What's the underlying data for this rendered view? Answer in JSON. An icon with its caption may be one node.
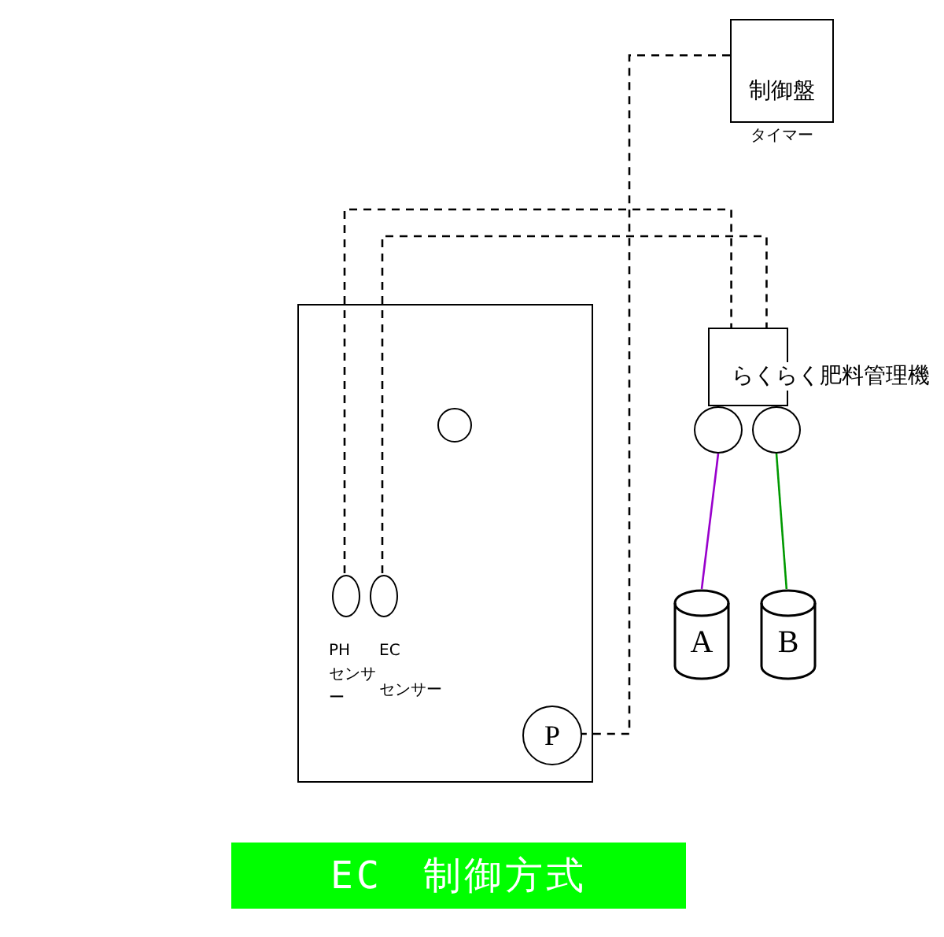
{
  "diagram": {
    "title": "EC　制御方式",
    "nodes": [
      {
        "text": [],
        "shape": "box"
      },
      {
        "text": [],
        "shape": "circle",
        "in": 0
      },
      {
        "text": [],
        "shape": "circle",
        "in": 0,
        "beside": [
          "PH センサー"
        ]
      },
      {
        "text": [],
        "shape": "circle",
        "in": 0,
        "beside": [
          "EC センサー"
        ]
      },
      {
        "text": [
          "P"
        ],
        "in": 0
      },
      {
        "text": [
          "制御盤"
        ],
        "beside": [
          "タイマー"
        ]
      },
      {
        "text": [
          "らくらく肥料管理機"
        ]
      },
      {
        "text": [],
        "shape": "circle"
      },
      {
        "text": [],
        "shape": "circle"
      },
      {
        "text": [
          "A"
        ]
      },
      {
        "text": [
          "B"
        ]
      }
    ],
    "edges": [
      {
        "from": 5,
        "to": 4,
        "arrow": "none",
        "style": "dashed"
      },
      {
        "from": 2,
        "to": 6,
        "arrow": "none",
        "style": "dashed"
      },
      {
        "from": 3,
        "to": 6,
        "arrow": "none",
        "style": "dashed"
      },
      {
        "from": 7,
        "to": 9,
        "arrow": "none",
        "color": "#9900cc"
      },
      {
        "from": 8,
        "to": 10,
        "arrow": "none",
        "color": "#009900"
      }
    ]
  }
}
